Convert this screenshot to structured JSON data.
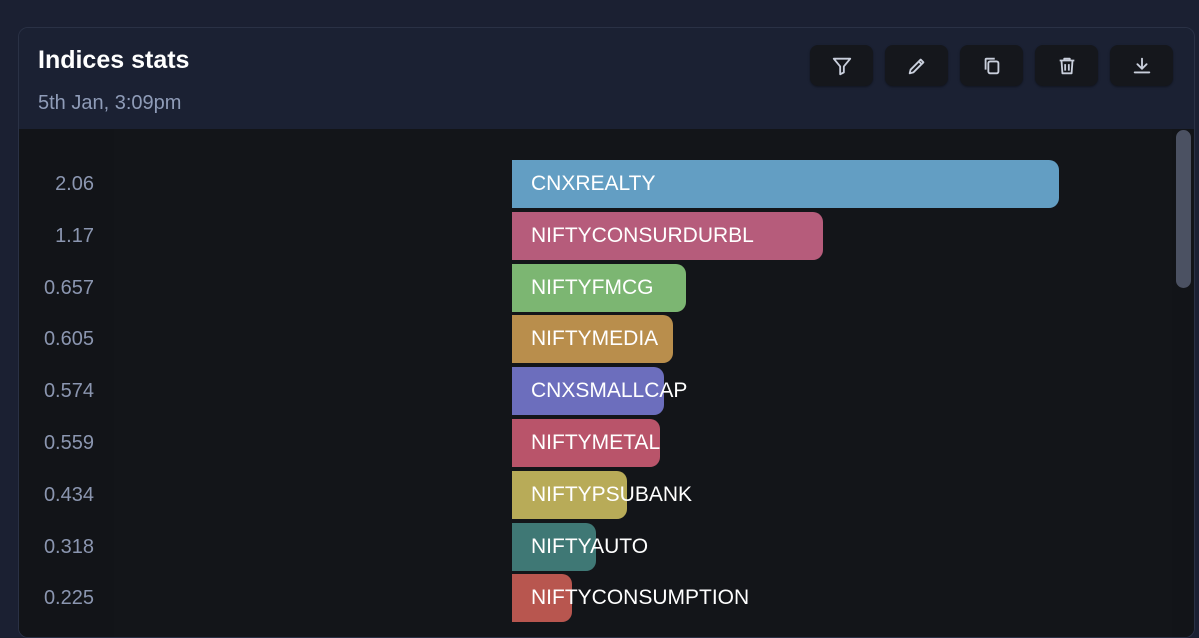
{
  "header": {
    "title": "Indices stats",
    "subtitle": "5th Jan, 3:09pm"
  },
  "toolbar": {
    "buttons": [
      {
        "icon": "filter-icon"
      },
      {
        "icon": "pencil-icon"
      },
      {
        "icon": "copy-icon"
      },
      {
        "icon": "trash-icon"
      },
      {
        "icon": "download-icon"
      }
    ]
  },
  "chart_data": {
    "type": "bar",
    "orientation": "horizontal",
    "categories": [
      "CNXREALTY",
      "NIFTYCONSURDURBL",
      "NIFTYFMCG",
      "NIFTYMEDIA",
      "CNXSMALLCAP",
      "NIFTYMETAL",
      "NIFTYPSUBANK",
      "NIFTYAUTO",
      "NIFTYCONSUMPTION"
    ],
    "values": [
      2.06,
      1.17,
      0.657,
      0.605,
      0.574,
      0.559,
      0.434,
      0.318,
      0.225
    ],
    "value_labels": [
      "2.06",
      "1.17",
      "0.657",
      "0.605",
      "0.574",
      "0.559",
      "0.434",
      "0.318",
      "0.225"
    ],
    "colors": [
      "#639ec3",
      "#b65c7b",
      "#7cb672",
      "#b98e4c",
      "#6c6ebd",
      "#b9546a",
      "#b8ab58",
      "#3f7875",
      "#b8564f"
    ],
    "xlim": [
      -1.5,
      2.06
    ],
    "grid": false,
    "legend": "none"
  }
}
